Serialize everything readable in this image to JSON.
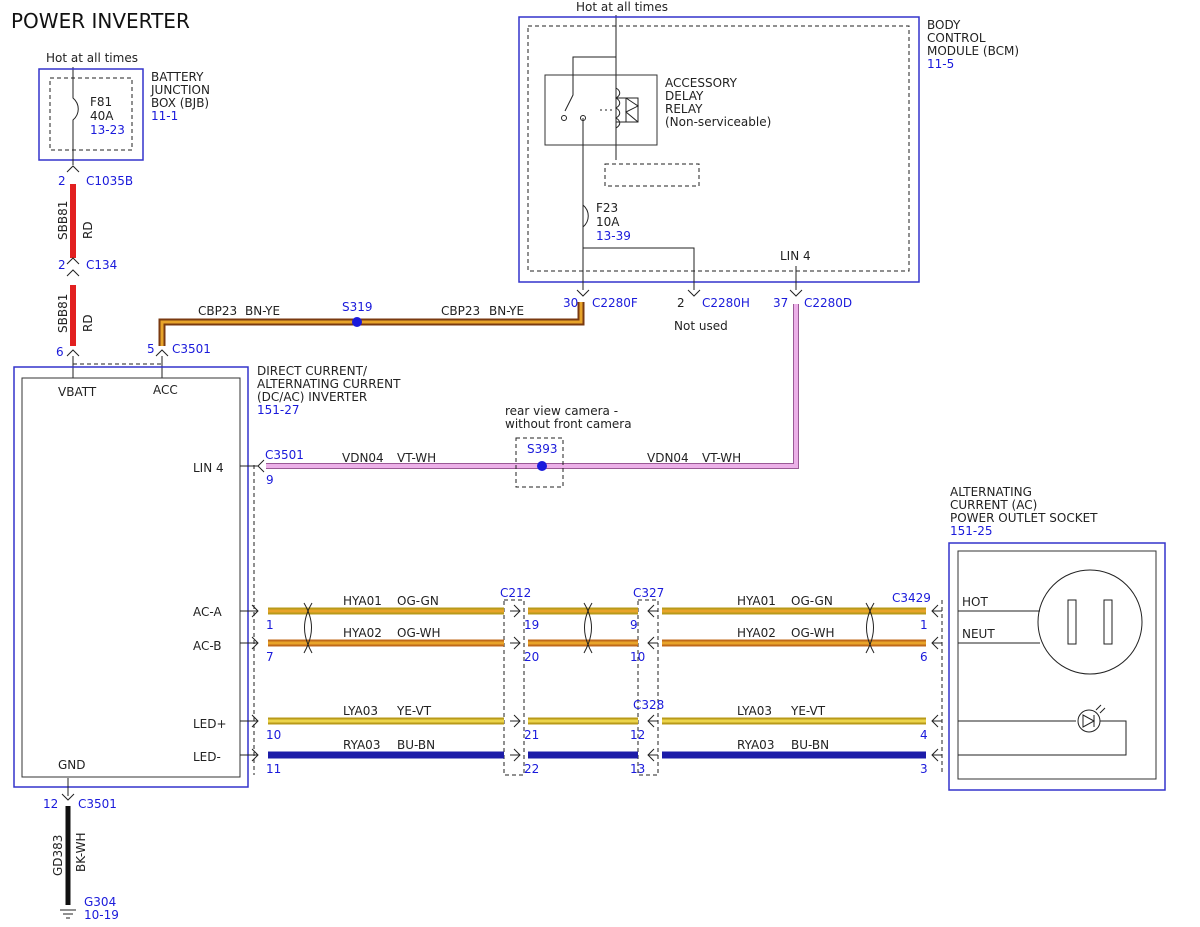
{
  "title": "POWER INVERTER",
  "colors": {
    "module_border": "#3333cc",
    "label_blue": "#1a1adb",
    "wire_red": "#e22020",
    "wire_pink": "#e9a0e2",
    "wire_yellow": "#ecd44a",
    "wire_orange": "#e8a42a",
    "wire_olive": "#b89a1a",
    "wire_brown_yellow": "#c06a1a",
    "wire_navy": "#1c1ca8",
    "wire_black": "#111111"
  },
  "bjb": {
    "hot_label": "Hot at all times",
    "name_line1": "BATTERY",
    "name_line2": "JUNCTION",
    "name_line3": "BOX (BJB)",
    "ref": "11-1",
    "fuse_name": "F81",
    "fuse_rating": "40A",
    "fuse_ref": "13-23"
  },
  "bcm": {
    "hot_label": "Hot at all times",
    "name_line1": "BODY",
    "name_line2": "CONTROL",
    "name_line3": "MODULE (BCM)",
    "ref": "11-5",
    "relay_line1": "ACCESSORY",
    "relay_line2": "DELAY",
    "relay_line3": "RELAY",
    "relay_line4": "(Non-serviceable)",
    "fuse_name": "F23",
    "fuse_rating": "10A",
    "fuse_ref": "13-39",
    "lin_label": "LIN 4",
    "pin_30": "30",
    "conn_c2280f": "C2280F",
    "pin_2": "2",
    "conn_c2280h": "C2280H",
    "not_used": "Not used",
    "pin_37": "37",
    "conn_c2280d": "C2280D"
  },
  "sbb_circuit": {
    "c1035b_pin": "2",
    "c1035b": "C1035B",
    "circuit_upper": "SBB81",
    "color_upper": "RD",
    "c134_pin": "2",
    "c134": "C134",
    "circuit_lower": "SBB81",
    "color_lower": "RD"
  },
  "cbp_circuit": {
    "circuit_left": "CBP23",
    "color_left": "BN-YE",
    "splice": "S319",
    "circuit_right": "CBP23",
    "color_right": "BN-YE"
  },
  "inverter": {
    "name_line1": "DIRECT CURRENT/",
    "name_line2": "ALTERNATING CURRENT",
    "name_line3": "(DC/AC) INVERTER",
    "ref": "151-27",
    "vbatt": "VBATT",
    "acc": "ACC",
    "lin4": "LIN 4",
    "ac_a": "AC-A",
    "ac_b": "AC-B",
    "led_plus": "LED+",
    "led_minus": "LED-",
    "gnd": "GND",
    "pin_vbatt": "6",
    "pin_acc": "5",
    "top_conn": "C3501",
    "lin_conn": "C3501",
    "lin_pin": "9",
    "gnd_pin": "12",
    "gnd_conn": "C3501"
  },
  "vdn_circuit": {
    "circuit_left": "VDN04",
    "color_left": "VT-WH",
    "option_line1": "rear view camera -",
    "option_line2": "without front camera",
    "splice": "S393",
    "circuit_right": "VDN04",
    "color_right": "VT-WH"
  },
  "ground": {
    "circuit": "GD383",
    "color": "BK-WH",
    "ground_point": "G304",
    "ref": "10-19"
  },
  "outlet": {
    "name_line1": "ALTERNATING",
    "name_line2": "CURRENT (AC)",
    "name_line3": "POWER OUTLET SOCKET",
    "ref": "151-25",
    "hot": "HOT",
    "neut": "NEUT"
  },
  "connectors": {
    "c212": "C212",
    "c327": "C327",
    "c328": "C328",
    "c3429": "C3429"
  },
  "ac_wires": [
    {
      "circuit": "HYA01",
      "color": "OG-GN",
      "pin_inverter": "1",
      "pin_c212": "19",
      "pin_c327": "9",
      "pin_outlet": "1",
      "circuit_r": "HYA01",
      "color_r": "OG-GN"
    },
    {
      "circuit": "HYA02",
      "color": "OG-WH",
      "pin_inverter": "7",
      "pin_c212": "20",
      "pin_c327": "10",
      "pin_outlet": "6",
      "circuit_r": "HYA02",
      "color_r": "OG-WH"
    }
  ],
  "led_wires": [
    {
      "circuit": "LYA03",
      "color": "YE-VT",
      "pin_inverter": "10",
      "pin_c212": "21",
      "pin_c328": "12",
      "pin_outlet": "4",
      "circuit_r": "LYA03",
      "color_r": "YE-VT"
    },
    {
      "circuit": "RYA03",
      "color": "BU-BN",
      "pin_inverter": "11",
      "pin_c212": "22",
      "pin_c328": "13",
      "pin_outlet": "3",
      "circuit_r": "RYA03",
      "color_r": "BU-BN"
    }
  ]
}
